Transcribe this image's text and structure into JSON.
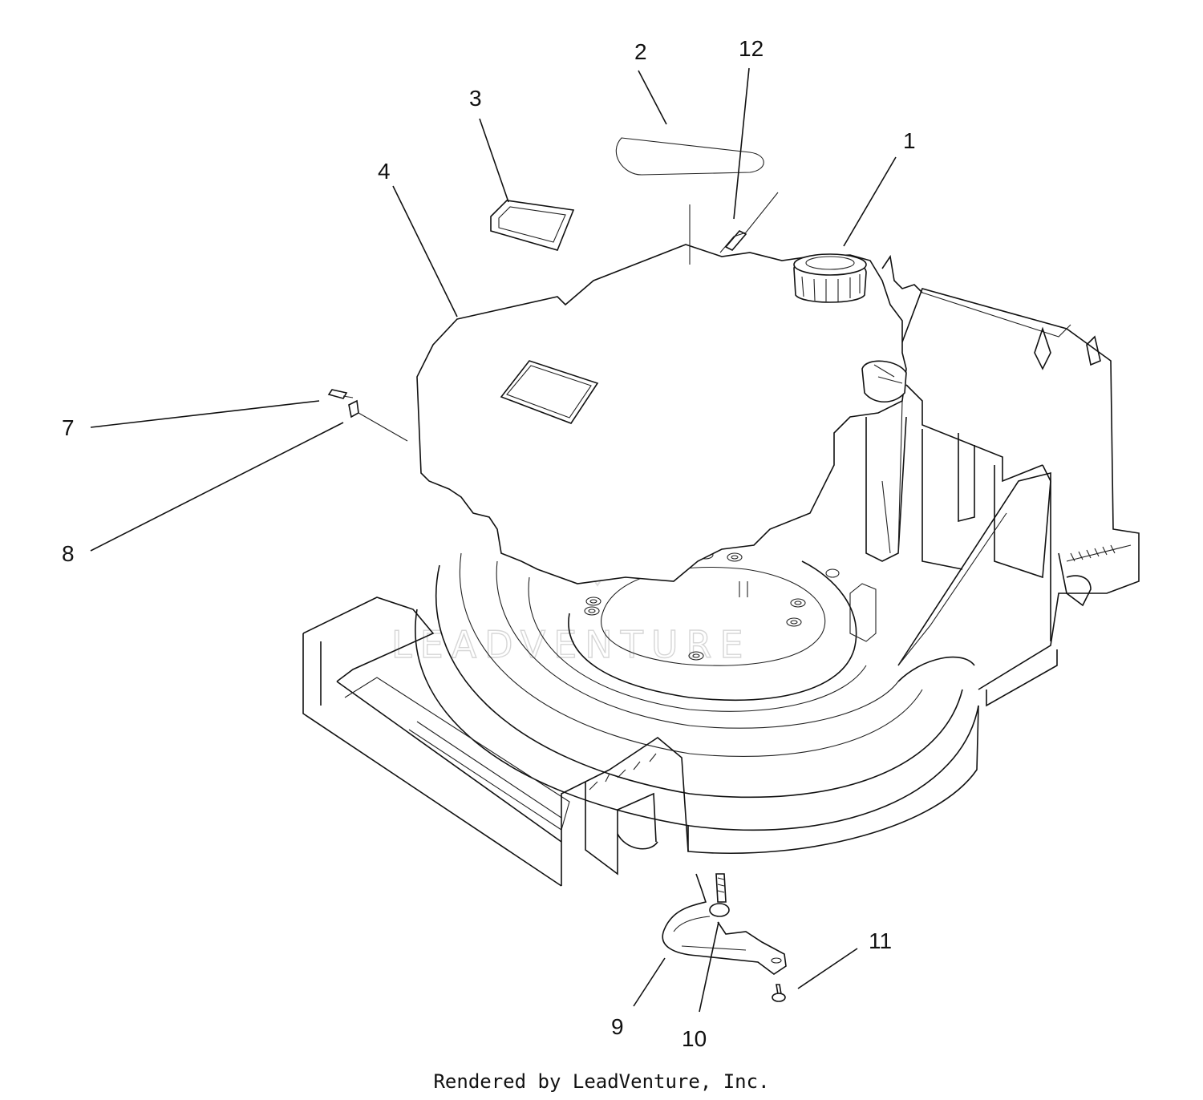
{
  "callouts": [
    {
      "id": "1",
      "label": "1"
    },
    {
      "id": "2",
      "label": "2"
    },
    {
      "id": "3",
      "label": "3"
    },
    {
      "id": "4",
      "label": "4"
    },
    {
      "id": "7",
      "label": "7"
    },
    {
      "id": "8",
      "label": "8"
    },
    {
      "id": "9",
      "label": "9"
    },
    {
      "id": "10",
      "label": "10"
    },
    {
      "id": "11",
      "label": "11"
    },
    {
      "id": "12",
      "label": "12"
    }
  ],
  "watermark": {
    "text": "LEADVENTURE",
    "color": "#d6d6d6"
  },
  "footer": {
    "credit": "Rendered by LeadVenture, Inc."
  }
}
